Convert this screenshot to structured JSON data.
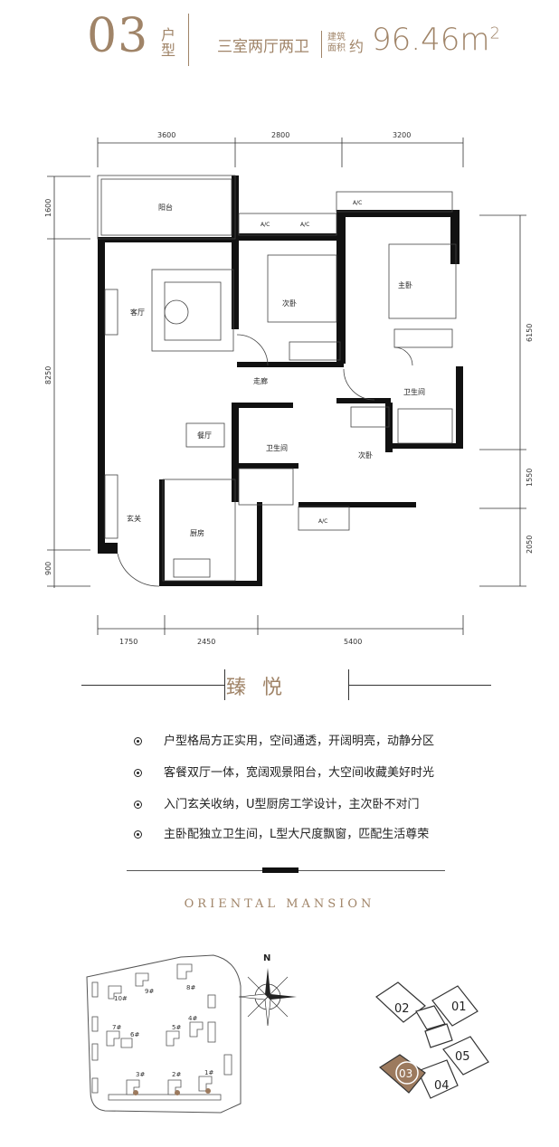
{
  "header": {
    "unit_number": "03",
    "unit_type_label": "户型",
    "rooms": "三室两厅两卫",
    "area_label": "建筑面积",
    "approx": "约",
    "area_value": "96.46m",
    "area_unit_sup": "2"
  },
  "plan": {
    "dims_top": [
      "3600",
      "2800",
      "3200"
    ],
    "dims_bottom": [
      "1750",
      "2450",
      "5400"
    ],
    "dims_left": [
      "1600",
      "8250",
      "900"
    ],
    "dims_right": [
      "6150",
      "1550",
      "2050"
    ],
    "rooms": {
      "balcony": "阳台",
      "living": "客厅",
      "second_bed_top": "次卧",
      "master_bed": "主卧",
      "corridor": "走廊",
      "bath_right": "卫生间",
      "dining": "餐厅",
      "bath_center": "卫生间",
      "second_bed_bottom": "次卧",
      "entrance": "玄关",
      "kitchen": "厨房",
      "ac": "A/C"
    }
  },
  "section_title": "臻悦",
  "features": [
    "户型格局方正实用，空间通透，开阔明亮，动静分区",
    "客餐双厅一体，宽阔观景阳台，大空间收藏美好时光",
    "入门玄关收纳，U型厨房工学设计，主次卧不对门",
    "主卧配独立卫生间，L型大尺度飘窗，匹配生活尊荣"
  ],
  "brand": "ORIENTAL  MANSION",
  "siteplan": {
    "north": "N",
    "buildings": [
      "10#",
      "9#",
      "8#",
      "7#",
      "6#",
      "5#",
      "4#",
      "3#",
      "2#",
      "1#"
    ]
  },
  "keyplan": {
    "units": [
      "02",
      "01",
      "05",
      "03",
      "04"
    ],
    "highlight": "03",
    "highlight_color": "#9c7a5e"
  },
  "colors": {
    "accent": "#a08468"
  }
}
